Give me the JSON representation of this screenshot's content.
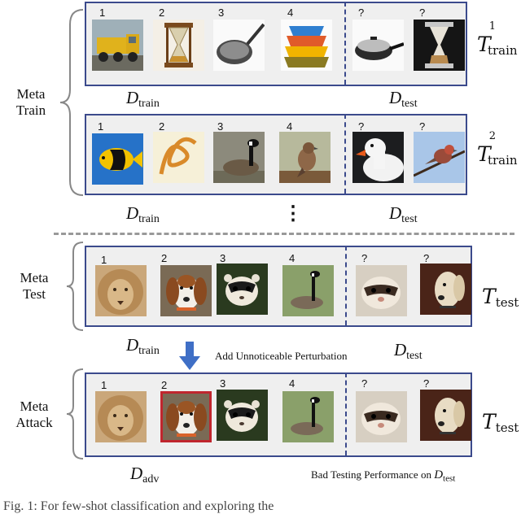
{
  "rows": [
    {
      "side": "Meta\nTrain",
      "task": "T",
      "task_sub": "train",
      "task_sup": "1",
      "train_nums": [
        "1",
        "2",
        "3",
        "4"
      ],
      "test_nums": [
        "?",
        "?"
      ],
      "train_icons": [
        "truck-photo",
        "hourglass-photo",
        "frying-pan-photo",
        "bowls-photo"
      ],
      "test_icons": [
        "pan-photo",
        "hourglass-photo"
      ]
    },
    {
      "task": "T",
      "task_sub": "train",
      "task_sup": "2",
      "train_nums": [
        "1",
        "2",
        "3",
        "4"
      ],
      "test_nums": [
        "?",
        "?"
      ],
      "train_icons": [
        "fish-photo",
        "knot-photo",
        "goose-photo",
        "bird-photo"
      ],
      "test_icons": [
        "duck-photo",
        "bird-photo"
      ]
    },
    {
      "side": "Meta\nTest",
      "task": "T",
      "task_sub": "test",
      "train_nums": [
        "1",
        "2",
        "3",
        "4"
      ],
      "test_nums": [
        "?",
        "?"
      ],
      "train_icons": [
        "lion-photo",
        "dog-photo",
        "ferret-photo",
        "goose-photo"
      ],
      "test_icons": [
        "ferret-photo",
        "dog-photo"
      ]
    },
    {
      "side": "Meta\nAttack",
      "task": "T",
      "task_sub": "test",
      "train_nums": [
        "1",
        "2",
        "3",
        "4"
      ],
      "test_nums": [
        "?",
        "?"
      ],
      "train_icons": [
        "lion-photo",
        "dog-photo",
        "ferret-photo",
        "goose-photo"
      ],
      "test_icons": [
        "ferret-photo",
        "dog-photo"
      ]
    }
  ],
  "labels": {
    "d": "D",
    "train": "train",
    "test": "test",
    "adv": "adv",
    "dots": "⋮",
    "perturb_note": "Add Unnoticeable Perturbation",
    "bad_perf": "Bad Testing Performance on",
    "caption": "Fig. 1: For few-shot classification and exploring the"
  },
  "colors": {
    "panel_border": "#3b4a8c",
    "arrow": "#3f6fc6",
    "highlight": "#c0262e"
  }
}
